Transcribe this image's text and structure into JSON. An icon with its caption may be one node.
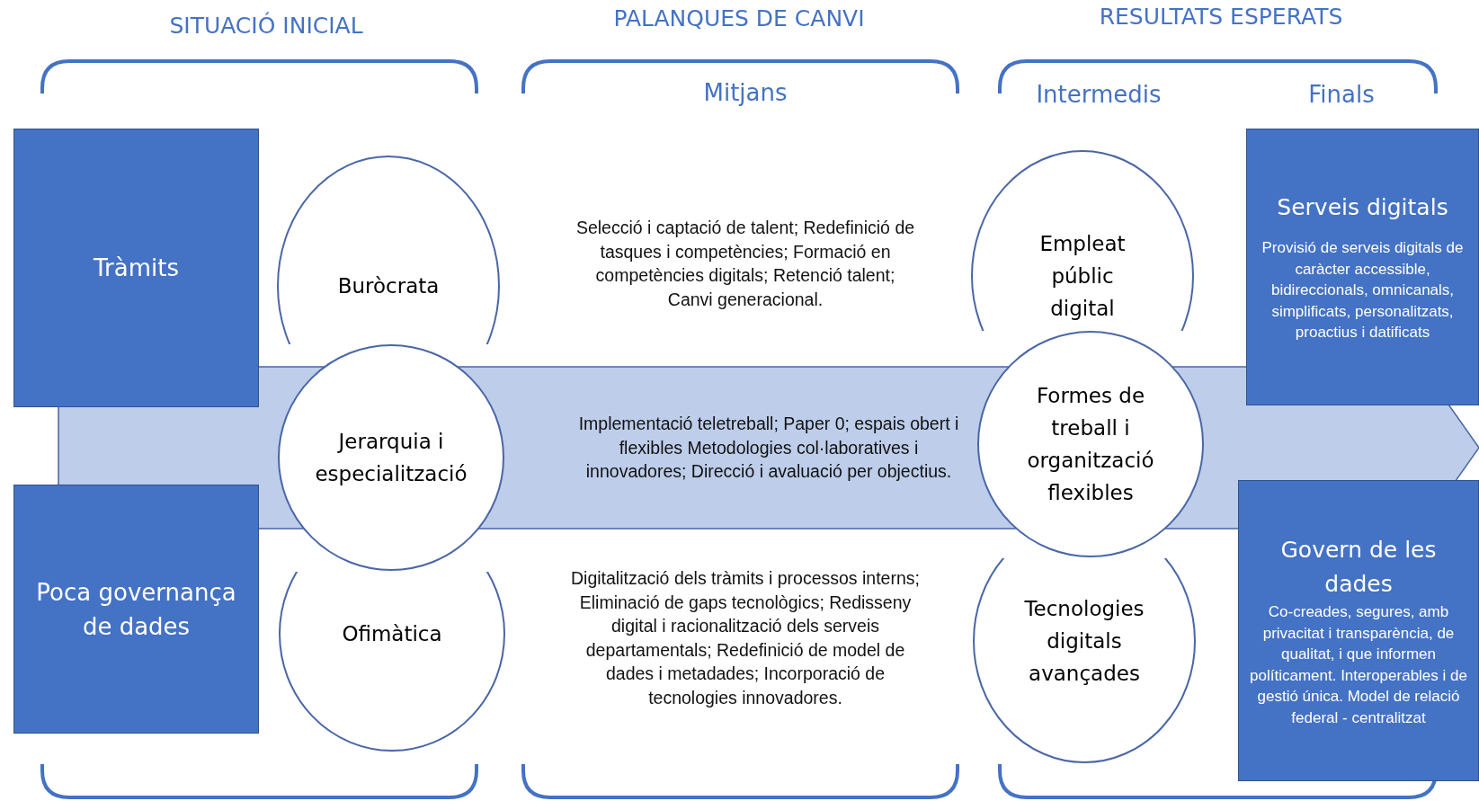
{
  "diagram": {
    "nodes": [
      {
        "text": [
          "Tràmits"
        ]
      },
      {
        "text": [
          "Poca governança de dades"
        ]
      },
      {
        "text": [
          "Buròcrata"
        ]
      },
      {
        "text": [
          "Jerarquia i especialització"
        ]
      },
      {
        "text": [
          "Ofimàtica"
        ]
      },
      {
        "text": [
          "Implementació teletreball; Paper 0; espais obert i flexibles Metodologies col·laboratives i innovadores; Direcció i avaluació per objectius."
        ]
      },
      {
        "text": [
          "Empleat públic digital"
        ]
      },
      {
        "text": [
          "Formes de treball i organització flexibles"
        ]
      },
      {
        "text": [
          "Tecnologies digitals avançades"
        ]
      },
      {
        "text": [
          "Serveis digitals",
          "Provisió de serveis digitals de caràcter accessible, bidireccionals, omnicanals, simplificats, personalitzats, proactius i datificats"
        ]
      },
      {
        "text": [
          "Govern de les dades",
          "Co-creades, segures, amb privacitat i transparència, de qualitat, i que informen políticament. Interoperables i de gestió única. Model de relació federal - centralitzat"
        ]
      }
    ],
    "labels": [
      "SITUACIÓ INICIAL",
      "PALANQUES DE CANVI",
      "RESULTATS ESPERATS",
      "Mitjans",
      "Intermedis",
      "Finals",
      "Selecció i captació de talent; Redefinició de tasques i competències; Formació en competències digitals; Retenció talent; Canvi generacional.",
      "Digitalització dels tràmits i processos interns; Eliminació de gaps tecnològics; Redisseny digital i racionalització dels serveis departamentals; Redefinició de model de dades i metadades; Incorporació de tecnologies innovadores."
    ]
  }
}
